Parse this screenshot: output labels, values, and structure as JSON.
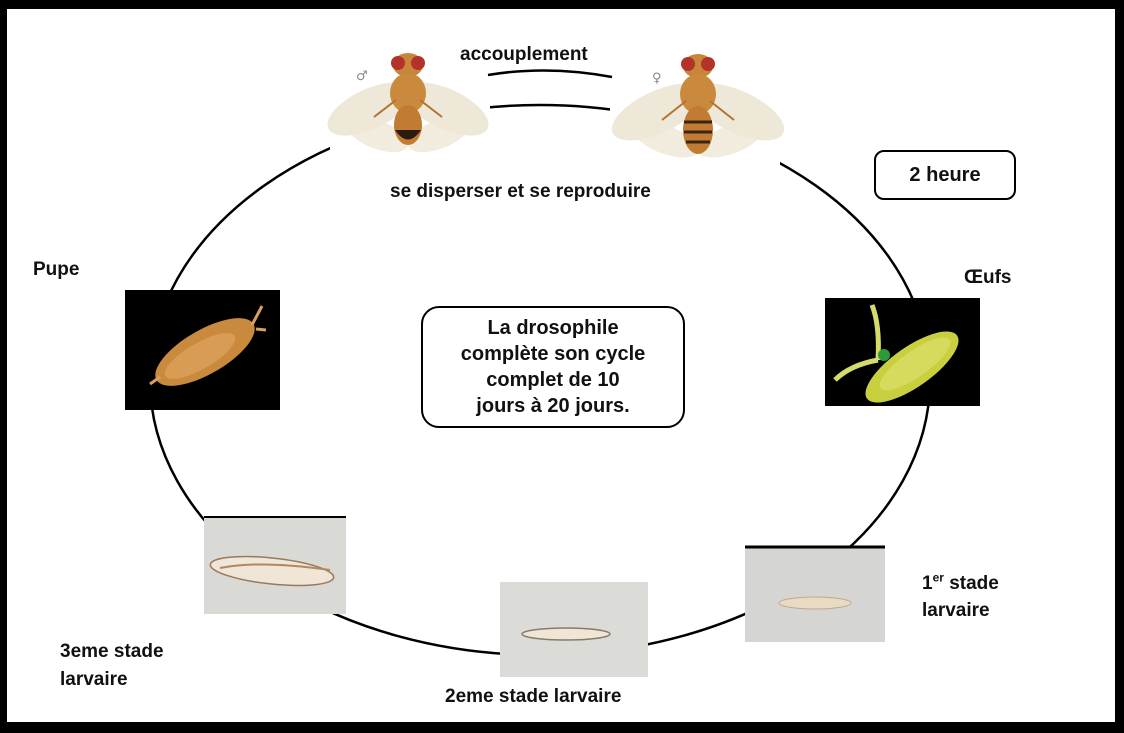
{
  "top": {
    "mating": "accouplement",
    "disperse": "se disperser et se reproduire",
    "male_symbol": "♂",
    "female_symbol": "♀"
  },
  "duration_box": "2 heure",
  "center_box": "La drosophile\ncomplète son cycle\ncomplet de 10\njours à 20 jours.",
  "stages": {
    "pupa": "Pupe",
    "eggs": "Œufs",
    "l1_prefix": "1",
    "l1_sup": "er",
    "l1_line1": "stade",
    "l1_line2": "larvaire",
    "l2": "2eme stade larvaire",
    "l3_line1": "3eme stade",
    "l3_line2": "larvaire"
  }
}
